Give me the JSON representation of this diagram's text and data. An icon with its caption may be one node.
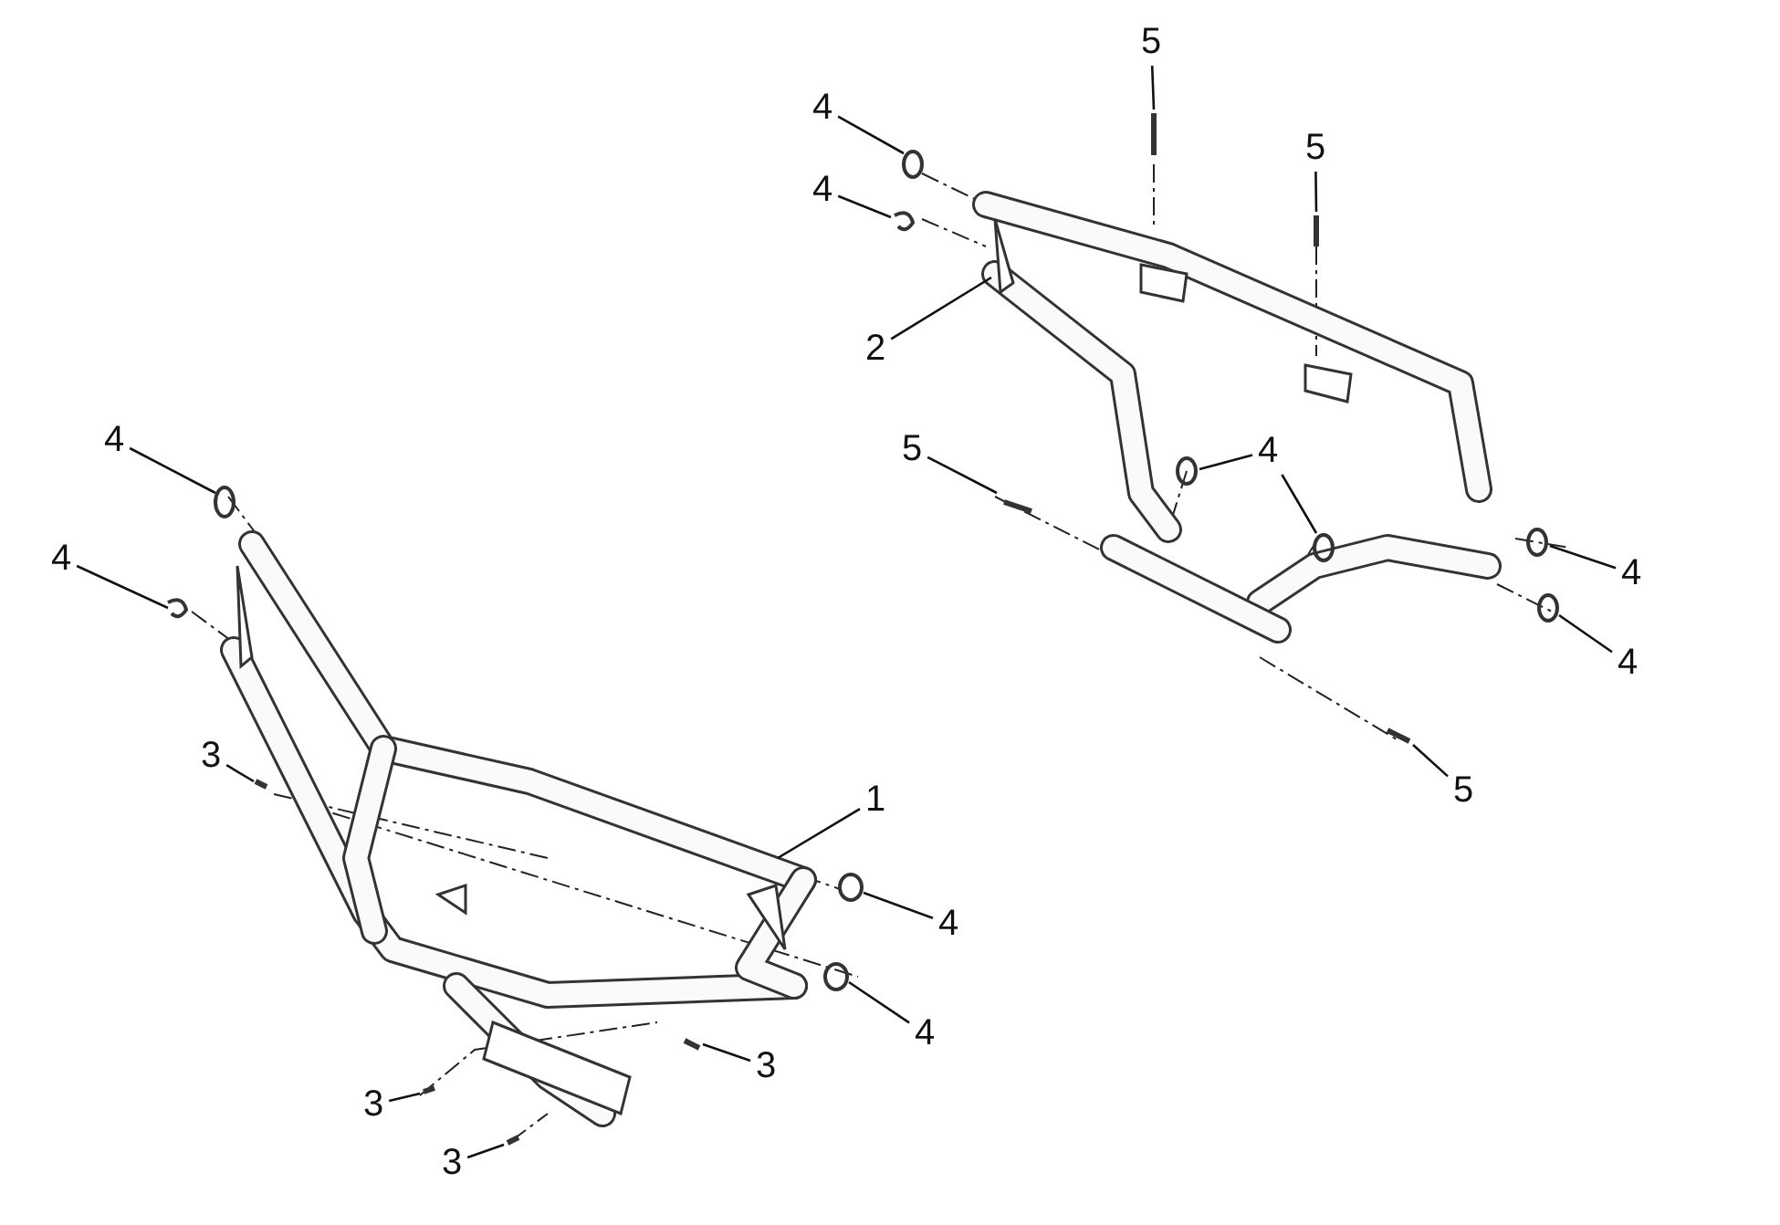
{
  "diagram": {
    "nodes": [
      {
        "text": [
          "5"
        ]
      },
      {
        "text": [
          "4"
        ]
      },
      {
        "text": [
          "5"
        ]
      },
      {
        "text": [
          "4"
        ]
      },
      {
        "text": [
          "2"
        ]
      },
      {
        "text": [
          "4"
        ]
      },
      {
        "text": [
          "5"
        ]
      },
      {
        "text": [
          "4"
        ]
      },
      {
        "text": [
          "4"
        ]
      },
      {
        "text": [
          "4"
        ]
      },
      {
        "text": [
          "4"
        ]
      },
      {
        "text": [
          "3"
        ]
      },
      {
        "text": [
          "5"
        ]
      },
      {
        "text": [
          "1"
        ]
      },
      {
        "text": [
          "4"
        ]
      },
      {
        "text": [
          "4"
        ]
      },
      {
        "text": [
          "3"
        ]
      },
      {
        "text": [
          "3"
        ]
      },
      {
        "text": [
          "3"
        ]
      }
    ],
    "edges": [
      {
        "from": 0,
        "to": null,
        "arrow": "none"
      },
      {
        "from": 1,
        "to": null,
        "arrow": "none"
      },
      {
        "from": 2,
        "to": null,
        "arrow": "none"
      },
      {
        "from": 3,
        "to": null,
        "arrow": "none"
      },
      {
        "from": 4,
        "to": null,
        "arrow": "none"
      },
      {
        "from": 5,
        "to": null,
        "arrow": "none"
      },
      {
        "from": 6,
        "to": null,
        "arrow": "none"
      },
      {
        "from": 7,
        "to": null,
        "arrow": "none"
      },
      {
        "from": 7,
        "to": null,
        "arrow": "none"
      },
      {
        "from": 8,
        "to": null,
        "arrow": "none"
      },
      {
        "from": 9,
        "to": null,
        "arrow": "none"
      },
      {
        "from": 10,
        "to": null,
        "arrow": "none"
      },
      {
        "from": 11,
        "to": null,
        "arrow": "none"
      },
      {
        "from": 12,
        "to": null,
        "arrow": "none"
      },
      {
        "from": 13,
        "to": null,
        "arrow": "none"
      },
      {
        "from": 14,
        "to": null,
        "arrow": "none"
      },
      {
        "from": 15,
        "to": null,
        "arrow": "none"
      },
      {
        "from": 16,
        "to": null,
        "arrow": "none"
      },
      {
        "from": 17,
        "to": null,
        "arrow": "none"
      },
      {
        "from": 18,
        "to": null,
        "arrow": "none"
      }
    ]
  }
}
